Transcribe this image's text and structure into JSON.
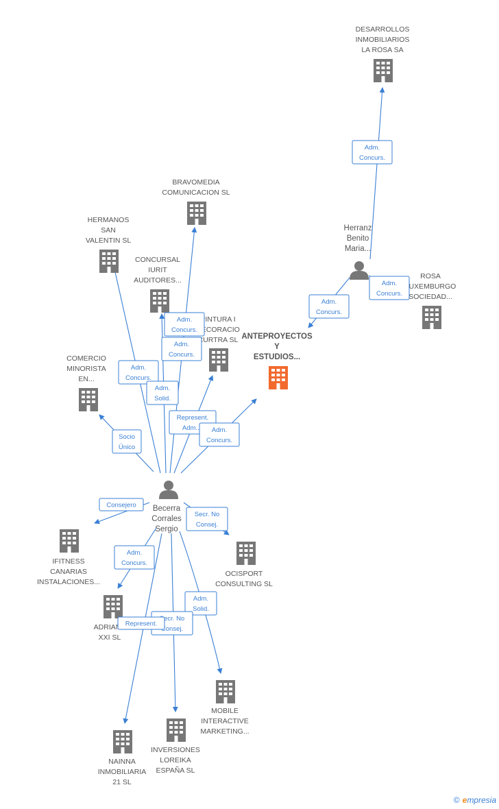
{
  "colors": {
    "edge": "#3a7fd5",
    "building": "#777777",
    "center_building": "#f26a2e",
    "person": "#777777"
  },
  "center": {
    "lines": [
      "ANTEPROYECTOS",
      "Y",
      "ESTUDIOS..."
    ]
  },
  "persons": [
    {
      "id": "becerra",
      "lines": [
        "Becerra",
        "Corrales",
        "Sergio"
      ]
    },
    {
      "id": "herranz",
      "lines": [
        "Herranz",
        "Benito",
        "Maria..."
      ]
    }
  ],
  "companies": [
    {
      "id": "desarrollos",
      "lines": [
        "DESARROLLOS",
        "INMOBILIARIOS",
        "LA ROSA SA"
      ]
    },
    {
      "id": "bravomedia",
      "lines": [
        "BRAVOMEDIA",
        "COMUNICACION SL"
      ]
    },
    {
      "id": "hermanos",
      "lines": [
        "HERMANOS",
        "SAN",
        "VALENTIN SL"
      ]
    },
    {
      "id": "concursal",
      "lines": [
        "CONCURSAL",
        "IURIT",
        "AUDITORES..."
      ]
    },
    {
      "id": "pintura",
      "lines": [
        "PINTURA I",
        "DECORACIO",
        "CURTRA SL"
      ]
    },
    {
      "id": "rosa",
      "lines": [
        "ROSA",
        "LUXEMBURGO",
        "SOCIEDAD..."
      ]
    },
    {
      "id": "comercio",
      "lines": [
        "COMERCIO",
        "MINORISTA",
        "EN..."
      ]
    },
    {
      "id": "ifitness",
      "lines": [
        "IFITNESS",
        "CANARIAS",
        "INSTALACIONES..."
      ]
    },
    {
      "id": "ocisport",
      "lines": [
        "OCISPORT",
        "CONSULTING SL"
      ]
    },
    {
      "id": "adriana",
      "lines": [
        "ADRIANA",
        "XXI SL"
      ]
    },
    {
      "id": "mobile",
      "lines": [
        "MOBILE",
        "INTERACTIVE",
        "MARKETING..."
      ]
    },
    {
      "id": "inversiones",
      "lines": [
        "INVERSIONES",
        "LOREIKA",
        "ESPAÑA SL"
      ]
    },
    {
      "id": "nainna",
      "lines": [
        "NAINNA",
        "INMOBILIARIA",
        "21 SL"
      ]
    }
  ],
  "badges": [
    {
      "id": "b-desarrollos",
      "lines": [
        "Adm.",
        "Concurs."
      ]
    },
    {
      "id": "b-herranz-center",
      "lines": [
        "Adm.",
        "Concurs."
      ]
    },
    {
      "id": "b-herranz-rosa",
      "lines": [
        "Adm.",
        "Concurs."
      ]
    },
    {
      "id": "b-bravomedia",
      "lines": [
        "Adm.",
        "Concurs."
      ]
    },
    {
      "id": "b-concursal",
      "lines": [
        "Adm.",
        "Concurs."
      ]
    },
    {
      "id": "b-hermanos",
      "lines": [
        "Adm.",
        "Concurs."
      ]
    },
    {
      "id": "b-solid",
      "lines": [
        "Adm.",
        "Solid."
      ]
    },
    {
      "id": "b-represent",
      "lines": [
        "Represent.",
        "Adm...."
      ]
    },
    {
      "id": "b-center",
      "lines": [
        "Adm.",
        "Concurs."
      ]
    },
    {
      "id": "b-socio",
      "lines": [
        "Socio",
        "Único"
      ]
    },
    {
      "id": "b-consejero",
      "lines": [
        "Consejero"
      ]
    },
    {
      "id": "b-ocisport",
      "lines": [
        "Secr.  No",
        "Consej."
      ]
    },
    {
      "id": "b-adriana",
      "lines": [
        "Adm.",
        "Concurs."
      ]
    },
    {
      "id": "b-mobile",
      "lines": [
        "Adm.",
        "Solid."
      ]
    },
    {
      "id": "b-inversiones",
      "lines": [
        "Secr.  No",
        "Consej."
      ]
    },
    {
      "id": "b-nainna",
      "lines": [
        "Represent."
      ]
    }
  ],
  "footer": {
    "copyright": "©",
    "brand_e": "e",
    "brand_rest": "mpresia"
  }
}
